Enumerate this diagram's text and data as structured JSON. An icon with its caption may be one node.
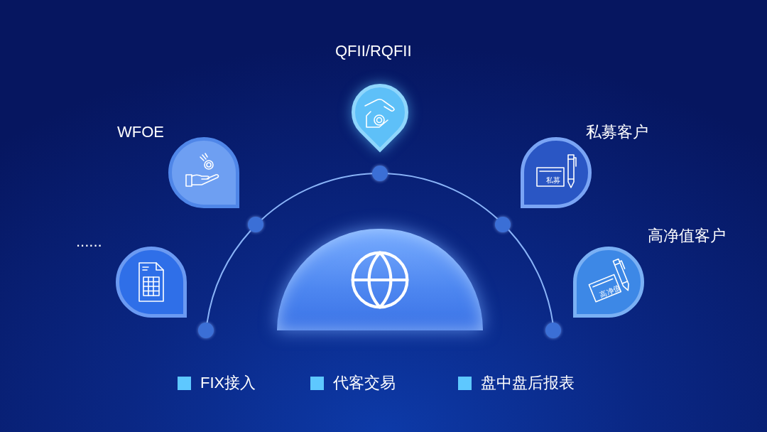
{
  "diagram": {
    "nodes": [
      {
        "text": [
          "......"
        ]
      },
      {
        "text": [
          "WFOE"
        ]
      },
      {
        "text": [
          "QFII/RQFII"
        ]
      },
      {
        "text": [
          "私募客户",
          "私募"
        ]
      },
      {
        "text": [
          "高净值客户",
          "高净值"
        ]
      },
      {
        "text": [],
        "shape": "dome"
      },
      {
        "text": [],
        "shape": "circle"
      },
      {
        "text": [],
        "shape": "circle"
      },
      {
        "text": [],
        "shape": "circle"
      },
      {
        "text": [],
        "shape": "circle"
      },
      {
        "text": [],
        "shape": "circle"
      }
    ],
    "edges": [
      {
        "from": 6,
        "to": 7,
        "arrow": "none"
      },
      {
        "from": 7,
        "to": 8,
        "arrow": "none"
      },
      {
        "from": 8,
        "to": 9,
        "arrow": "none"
      },
      {
        "from": 9,
        "to": 10,
        "arrow": "none"
      }
    ],
    "legend": [
      {
        "text": "FIX接入",
        "color": "#5ec8ff"
      },
      {
        "text": "代客交易",
        "color": "#5ec8ff"
      },
      {
        "text": "盘中盘后报表",
        "color": "#5ec8ff"
      }
    ]
  }
}
